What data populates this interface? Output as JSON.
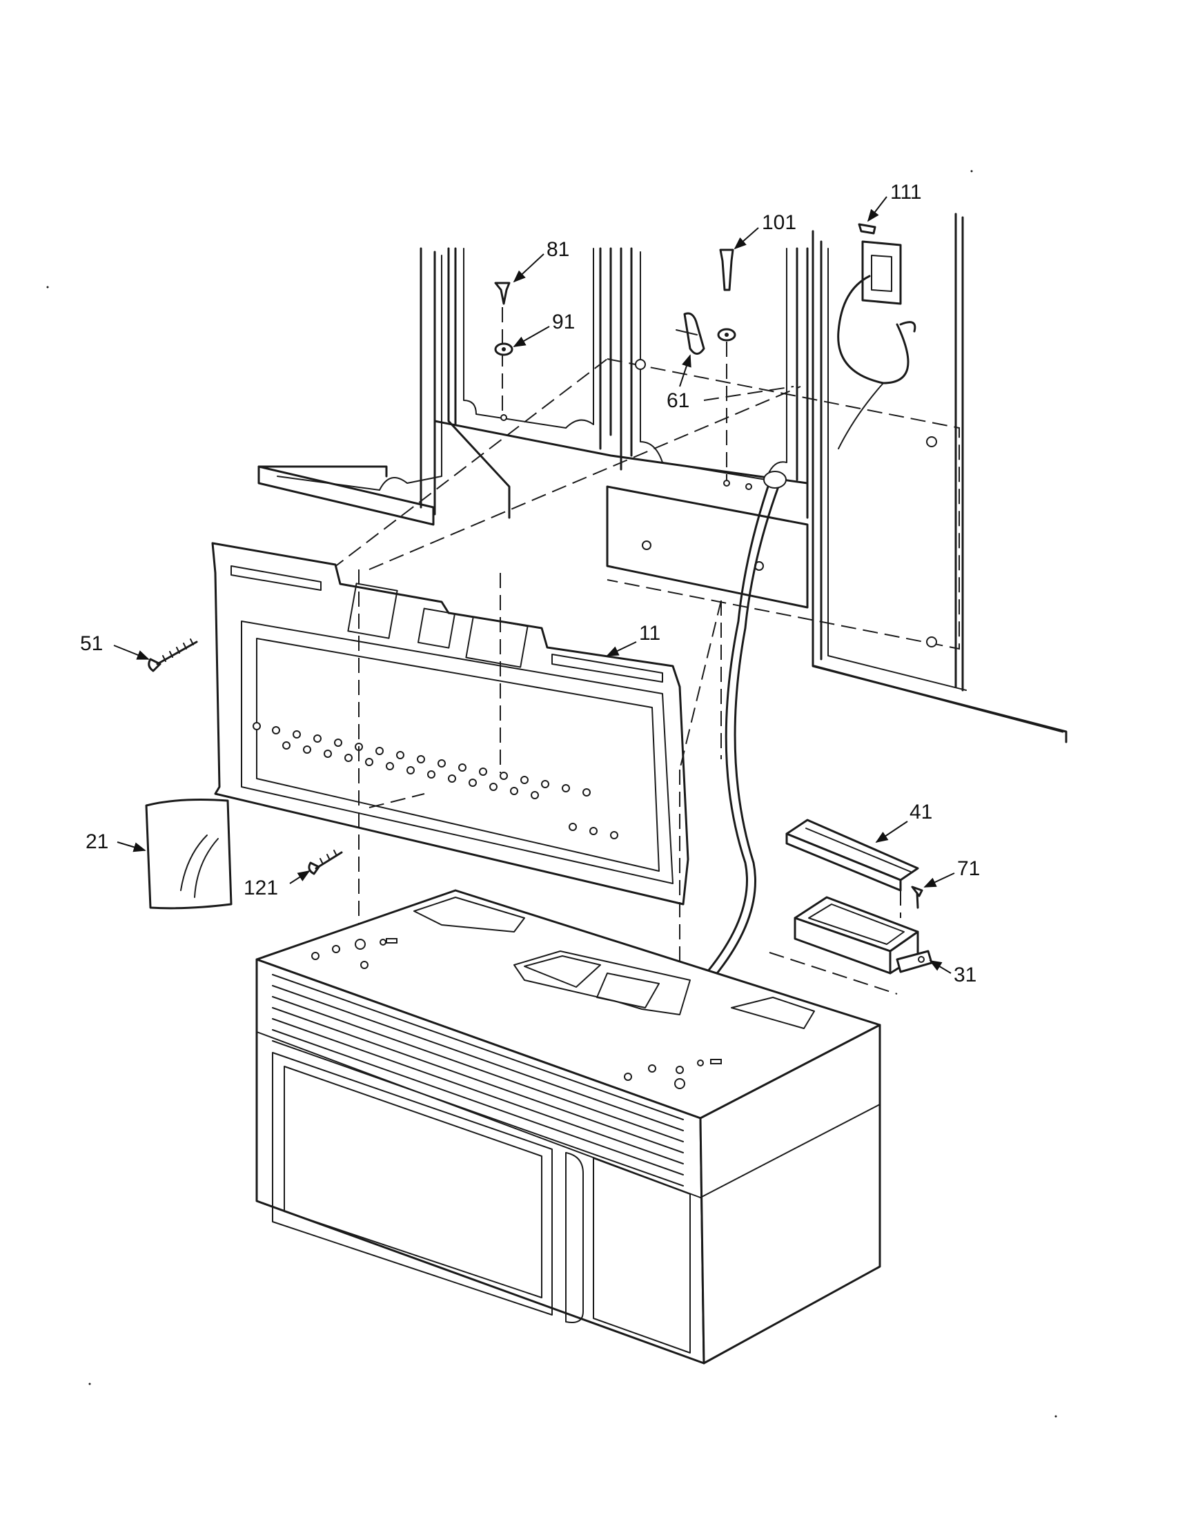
{
  "callouts": {
    "c11": "11",
    "c21": "21",
    "c31": "31",
    "c41": "41",
    "c51": "51",
    "c61": "61",
    "c71": "71",
    "c81": "81",
    "c91": "91",
    "c101": "101",
    "c111": "111",
    "c121": "121"
  },
  "drawing_ink_color": "#1a1a1a",
  "background_color": "#ffffff"
}
